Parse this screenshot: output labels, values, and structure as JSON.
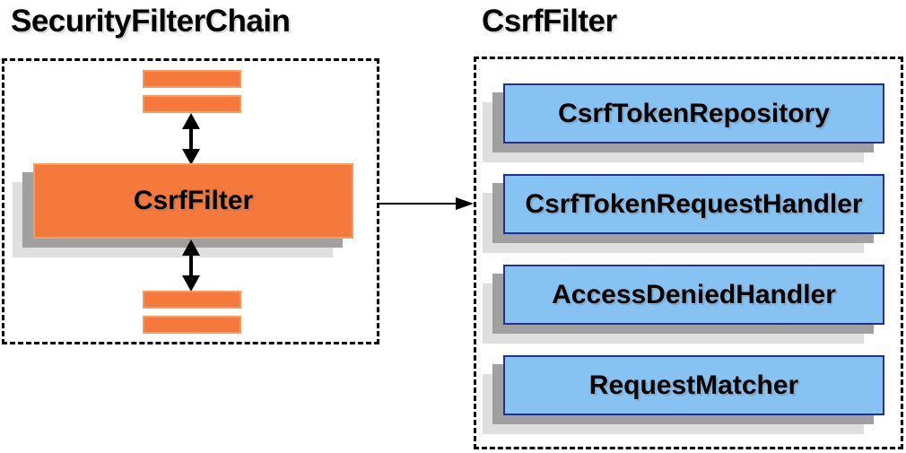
{
  "diagram": {
    "background_color": "#FFFFFF",
    "left_panel": {
      "title": "SecurityFilterChain",
      "filter_box_label": "CsrfFilter",
      "stub_bar_count": 4,
      "connector_icons": [
        "double-headed-vertical-arrow",
        "double-headed-vertical-arrow"
      ]
    },
    "right_panel": {
      "title": "CsrfFilter",
      "boxes": [
        "CsrfTokenRepository",
        "CsrfTokenRequestHandler",
        "AccessDeniedHandler",
        "RequestMatcher"
      ]
    },
    "connection": {
      "icon": "right-arrow",
      "from": "CsrfFilter (SecurityFilterChain)",
      "to": "CsrfFilter components panel"
    },
    "colors": {
      "orange_fill": "#F4793B",
      "orange_border": "#F89B63",
      "blue_fill": "#86C2F2",
      "blue_border": "#1F3096",
      "shadow_dark": "#A0A0A0",
      "shadow_light": "#DFDFDF",
      "dashed_border": "#000000",
      "text": "#000000"
    }
  }
}
